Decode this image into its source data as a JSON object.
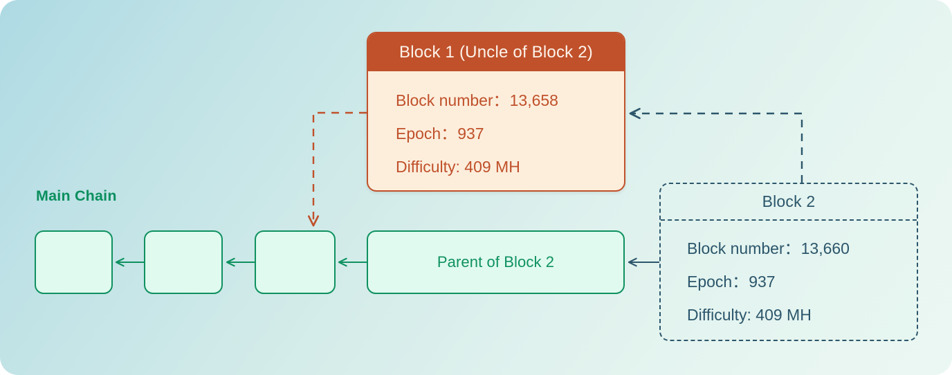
{
  "diagram": {
    "title": "Ethereum uncle block relationship diagram",
    "background": {
      "gradient_from": "#aedae4",
      "gradient_to": "#ebf7f2"
    },
    "colors": {
      "main_chain_green": "#0f9160",
      "main_chain_fill": "#e0faef",
      "uncle_orange": "#c0512b",
      "uncle_fill": "#fdeedc",
      "block2_slate": "#2c566b"
    }
  },
  "main_chain": {
    "label": "Main Chain",
    "blocks": [
      {
        "label": ""
      },
      {
        "label": ""
      },
      {
        "label": ""
      },
      {
        "label": "Parent of Block 2"
      }
    ]
  },
  "block1": {
    "header": "Block 1 (Uncle of Block 2)",
    "fields": [
      {
        "key": "Block number",
        "sep": "：",
        "value": "13,658"
      },
      {
        "key": "Epoch",
        "sep": "：",
        "value": "937"
      },
      {
        "key": "Difficulty:",
        "sep": "",
        "value": "409 MH"
      }
    ]
  },
  "block2": {
    "header": "Block 2",
    "fields": [
      {
        "key": "Block number",
        "sep": "：",
        "value": "13,660"
      },
      {
        "key": "Epoch",
        "sep": "：",
        "value": "937"
      },
      {
        "key": "Difficulty:",
        "sep": "",
        "value": "409 MH"
      }
    ]
  },
  "connectors": [
    {
      "name": "block4-to-block3",
      "style": "solid",
      "color": "#0f9160",
      "direction": "left"
    },
    {
      "name": "block3-to-block2",
      "style": "solid",
      "color": "#0f9160",
      "direction": "left"
    },
    {
      "name": "block2-to-block1",
      "style": "solid",
      "color": "#0f9160",
      "direction": "left"
    },
    {
      "name": "block2-card-to-parent",
      "style": "solid",
      "color": "#2c566b",
      "direction": "left"
    },
    {
      "name": "uncle-to-chain",
      "style": "dashed",
      "color": "#c0512b",
      "direction": "down"
    },
    {
      "name": "block2-uncle-reference",
      "style": "dashed",
      "color": "#2c566b",
      "direction": "left"
    }
  ]
}
